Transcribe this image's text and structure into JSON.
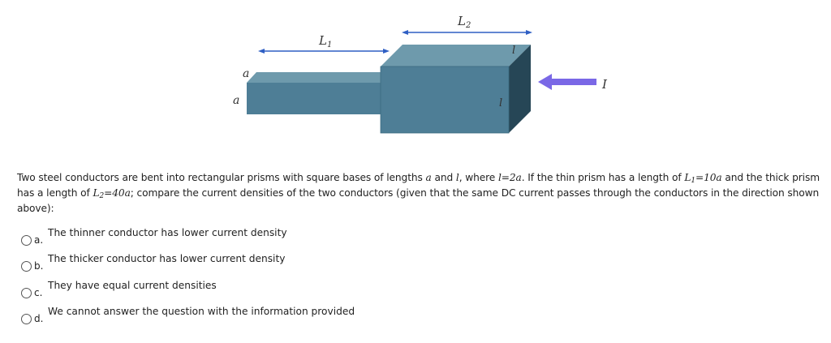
{
  "figure": {
    "labels": {
      "L1_base": "L",
      "L1_sub": "1",
      "L2_base": "L",
      "L2_sub": "2",
      "a_top": "a",
      "a_side": "a",
      "l_top": "l",
      "l_side": "l",
      "current": "I"
    },
    "colors": {
      "prism_front": "#4e7e96",
      "prism_top": "#6e9aac",
      "prism_side": "#264656",
      "dimension_arrow": "#2f5fc4",
      "current_arrow": "#7a68e6"
    }
  },
  "question": {
    "part1": "Two steel conductors are bent into rectangular prisms with square bases of lengths ",
    "var_a": "a",
    "part2": " and ",
    "var_l": "l",
    "part3": ", where ",
    "eq1": "l=2a",
    "part4": ". If the thin prism has a length of ",
    "L1_base": "L",
    "L1_sub": "1",
    "L1_val": "=10a",
    "part5": " and the thick prism has a length of ",
    "L2_base": "L",
    "L2_sub": "2",
    "L2_val": "=40a",
    "part6": "; compare the current densities of the two conductors (given that the same DC current passes through the conductors in the direction shown above):"
  },
  "options": [
    {
      "letter": "a.",
      "text": "The thinner conductor has lower current density"
    },
    {
      "letter": "b.",
      "text": "The thicker conductor has lower current density"
    },
    {
      "letter": "c.",
      "text": "They have equal current densities"
    },
    {
      "letter": "d.",
      "text": "We cannot answer the question with the information provided"
    }
  ]
}
